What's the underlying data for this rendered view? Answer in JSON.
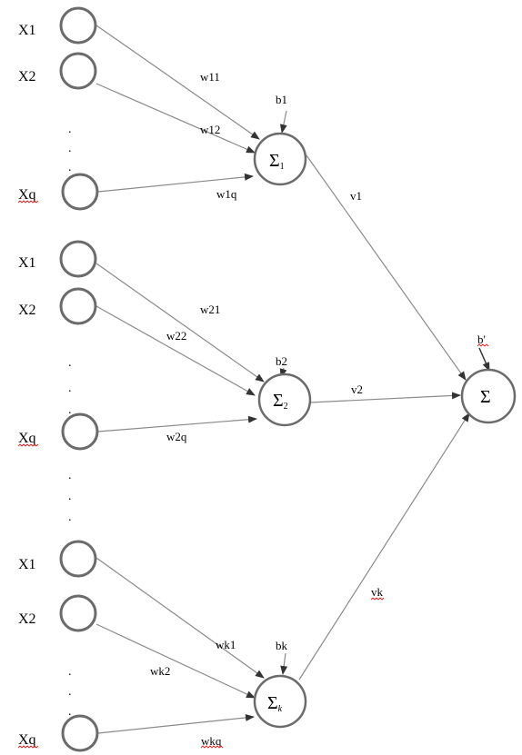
{
  "inputs": {
    "x1": "X1",
    "x2": "X2",
    "xq": "Xq"
  },
  "dots": ".",
  "groups": [
    {
      "weights": [
        "w11",
        "w12",
        "w1q"
      ],
      "bias": "b1",
      "node_main": "Σ",
      "node_sub": "1",
      "out_weight": "v1"
    },
    {
      "weights": [
        "w21",
        "w22",
        "w2q"
      ],
      "bias": "b2",
      "node_main": "Σ",
      "node_sub": "2",
      "out_weight": "v2"
    },
    {
      "weights": [
        "wk1",
        "wk2",
        "wkq"
      ],
      "bias": "bk",
      "node_main": "Σ",
      "node_sub": "k",
      "out_weight": "vk"
    }
  ],
  "output": {
    "label": "Σ",
    "bias": "b'"
  },
  "colors": {
    "node_stroke": "#6b6b6b",
    "edge": "#8a8a8a",
    "spellcheck_underline": "#dd2222"
  }
}
